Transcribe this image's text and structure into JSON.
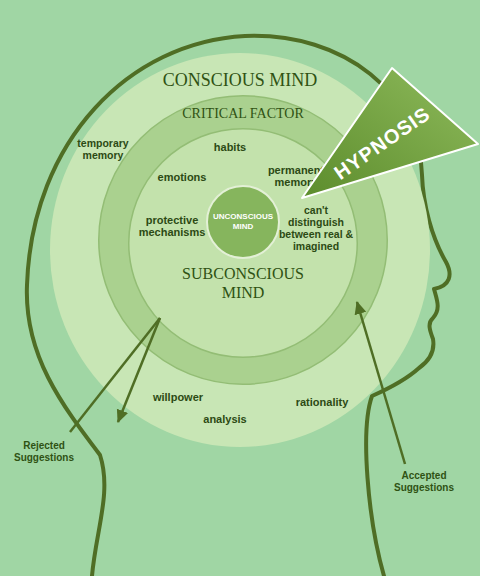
{
  "diagram": {
    "nodes": [
      {
        "text": [
          "CONSCIOUS MIND",
          "temporary memory",
          "willpower",
          "rationality",
          "analysis"
        ]
      },
      {
        "text": [
          "CRITICAL FACTOR"
        ],
        "in": 0
      },
      {
        "text": [
          "SUBCONSCIOUS MIND",
          "habits",
          "emotions",
          "permanent memory",
          "protective mechanisms",
          "can't distinguish between real & imagined"
        ],
        "in": 1
      },
      {
        "text": [
          "UNCONSCIOUS MIND"
        ],
        "in": 2
      },
      {
        "text": [
          "HYPNOSIS"
        ]
      }
    ],
    "labels": [
      "Rejected Suggestions",
      "Accepted Suggestions"
    ]
  }
}
